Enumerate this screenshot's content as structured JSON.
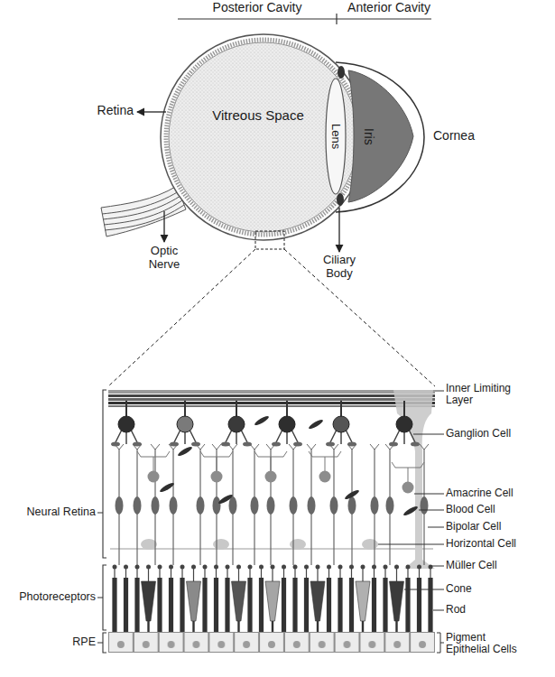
{
  "diagram": {
    "nodes": [
      {
        "text": [
          "Vitreous Space"
        ]
      },
      {
        "text": [
          "Lens"
        ],
        "in": 0
      },
      {
        "text": [
          "Iris"
        ],
        "in": 0
      }
    ],
    "labels": [
      "Posterior Cavity",
      "Anterior Cavity",
      "Retina",
      "Cornea",
      "Optic Nerve",
      "Ciliary Body",
      "Inner Limiting Layer",
      "Ganglion Cell",
      "Amacrine Cell",
      "Blood Cell",
      "Bipolar Cell",
      "Horizontal Cell",
      "Neural Retina",
      "Müller Cell",
      "Photoreceptors",
      "Cone",
      "Rod",
      "RPE",
      "Pigment Epithelial Cells"
    ]
  }
}
